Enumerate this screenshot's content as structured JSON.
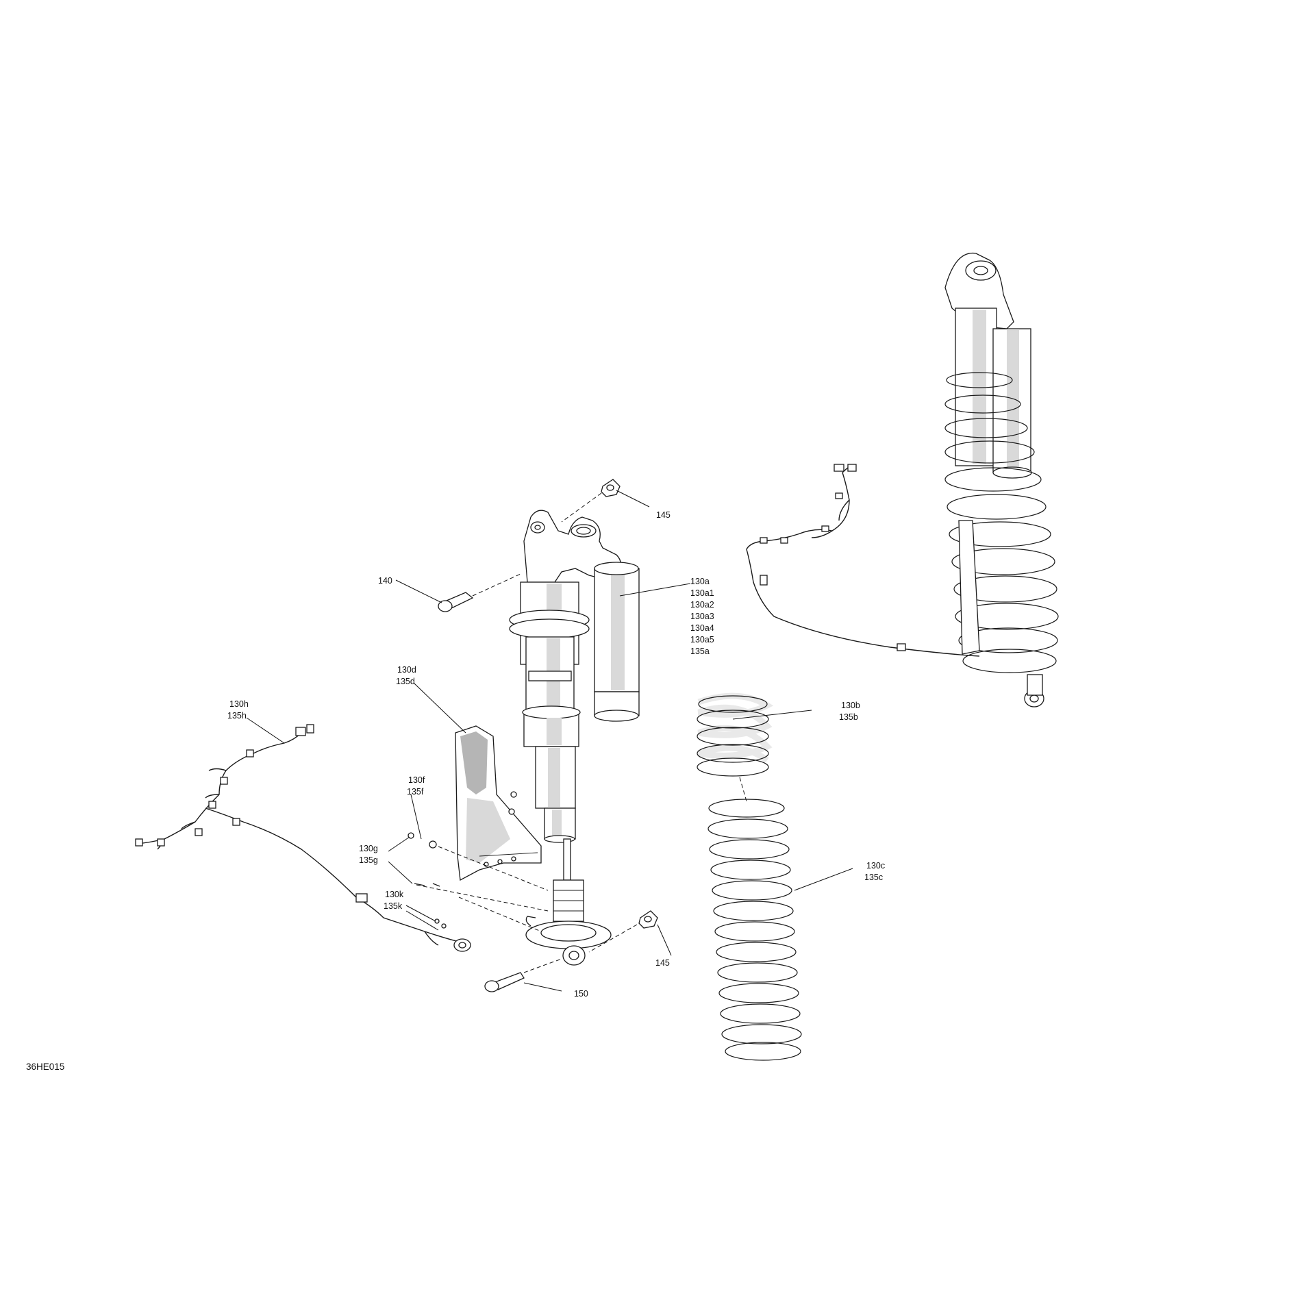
{
  "diagram_id": "36HE015",
  "callouts": {
    "c140": "140",
    "c145_top": "145",
    "c145_bottom": "145",
    "c150": "150",
    "c130a": [
      "130a",
      "130a1",
      "130a2",
      "130a3",
      "130a4",
      "130a5",
      "135a"
    ],
    "c130b": [
      "130b",
      "135b"
    ],
    "c130c": [
      "130c",
      "135c"
    ],
    "c130d": [
      "130d",
      "135d"
    ],
    "c130f": [
      "130f",
      "135f"
    ],
    "c130g": [
      "130g",
      "135g"
    ],
    "c130h": [
      "130h",
      "135h"
    ],
    "c130k": [
      "130k",
      "135k"
    ]
  }
}
